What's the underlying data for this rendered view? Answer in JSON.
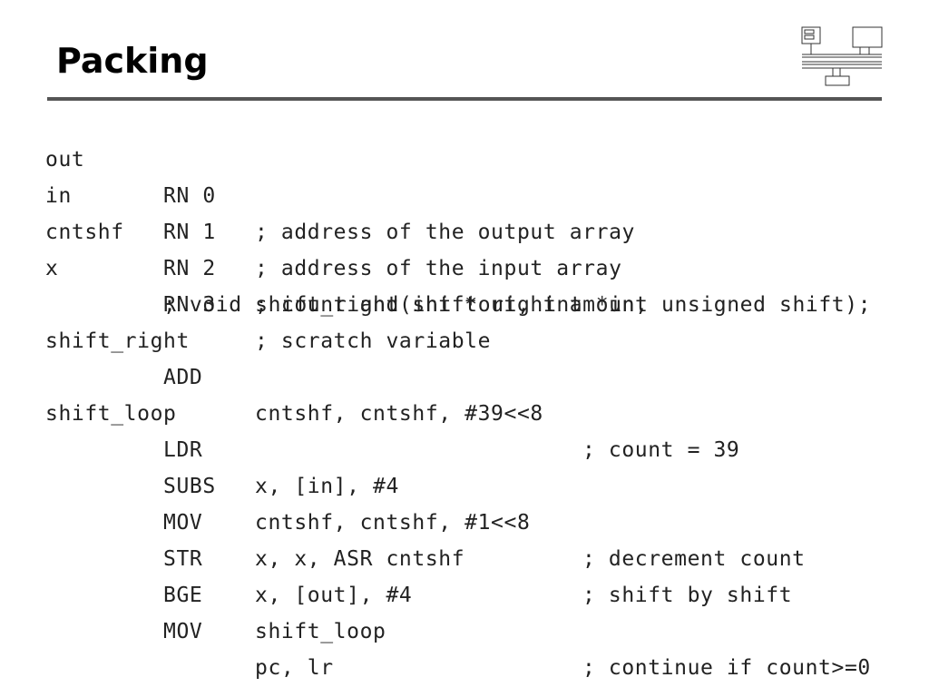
{
  "slide": {
    "title": "Packing"
  },
  "code": {
    "lines": [
      {
        "label": "out",
        "op": "RN 0",
        "args": "; address of the output array",
        "comment": ""
      },
      {
        "label": "in",
        "op": "RN 1",
        "args": "; address of the input array",
        "comment": ""
      },
      {
        "label": "cntshf",
        "op": "RN 2",
        "args": "; count and shift right amount",
        "comment": ""
      },
      {
        "label": "x",
        "op": "RN 3",
        "args": "; scratch variable",
        "comment": ""
      },
      {
        "full": "; void shift_right(int *out, int *in, unsigned shift);"
      },
      {
        "label": "shift_right",
        "op": "",
        "args": "",
        "comment": ""
      },
      {
        "label": "",
        "op": "ADD",
        "args": "cntshf, cntshf, #39<<8",
        "comment": "; count = 39"
      },
      {
        "label": "shift_loop",
        "op": "",
        "args": "",
        "comment": ""
      },
      {
        "label": "",
        "op": "LDR",
        "args": "x, [in], #4",
        "comment": ""
      },
      {
        "label": "",
        "op": "SUBS",
        "args": "cntshf, cntshf, #1<<8",
        "comment": "; decrement count"
      },
      {
        "label": "",
        "op": "MOV",
        "args": "x, x, ASR cntshf",
        "comment": "; shift by shift"
      },
      {
        "label": "",
        "op": "STR",
        "args": "x, [out], #4",
        "comment": ""
      },
      {
        "label": "",
        "op": "BGE",
        "args": "shift_loop",
        "comment": "; continue if count>=0"
      },
      {
        "label": "",
        "op": "MOV",
        "args": "pc, lr",
        "comment": ""
      }
    ]
  },
  "logo": {
    "icon": "computer-architecture-diagram-icon"
  }
}
